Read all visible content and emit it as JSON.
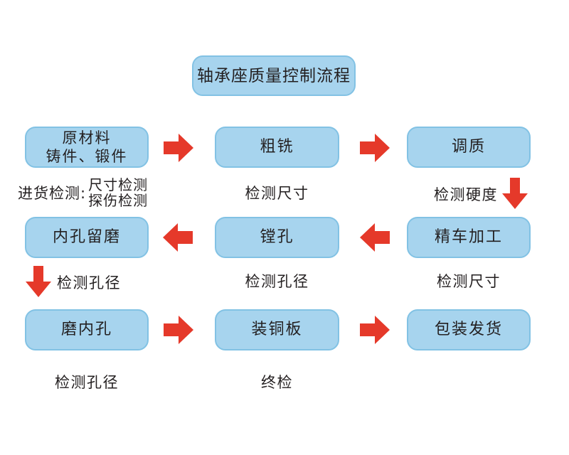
{
  "title": "轴承座质量控制流程",
  "colors": {
    "background": "#ffffff",
    "box_fill": "#a7d4ee",
    "box_border": "#82c2e4",
    "arrow": "#e5392a",
    "text": "#231f20"
  },
  "icons": {
    "arrow_right": "➡",
    "arrow_left": "⬅",
    "arrow_down": "⬇"
  },
  "nodes": {
    "raw_material": "原材料\n铸件、锻件",
    "rough_milling": "粗铣",
    "quench_temper": "调质",
    "bore_grinding_allowance": "内孔留磨",
    "boring": "镗孔",
    "finish_turning": "精车加工",
    "grind_bore": "磨内孔",
    "fit_copper_plate": "装铜板",
    "pack_ship": "包装发货"
  },
  "captions": {
    "incoming_inspection_label": "进货检测:",
    "incoming_inspection_line1": "尺寸检测",
    "incoming_inspection_line2": "探伤检测",
    "after_rough_milling": "检测尺寸",
    "after_quench_temper": "检测硬度",
    "after_bore_grinding_allowance": "检测孔径",
    "after_boring": "检测孔径",
    "after_finish_turning": "检测尺寸",
    "after_grind_bore": "检测孔径",
    "after_fit_copper_plate": "终检"
  }
}
